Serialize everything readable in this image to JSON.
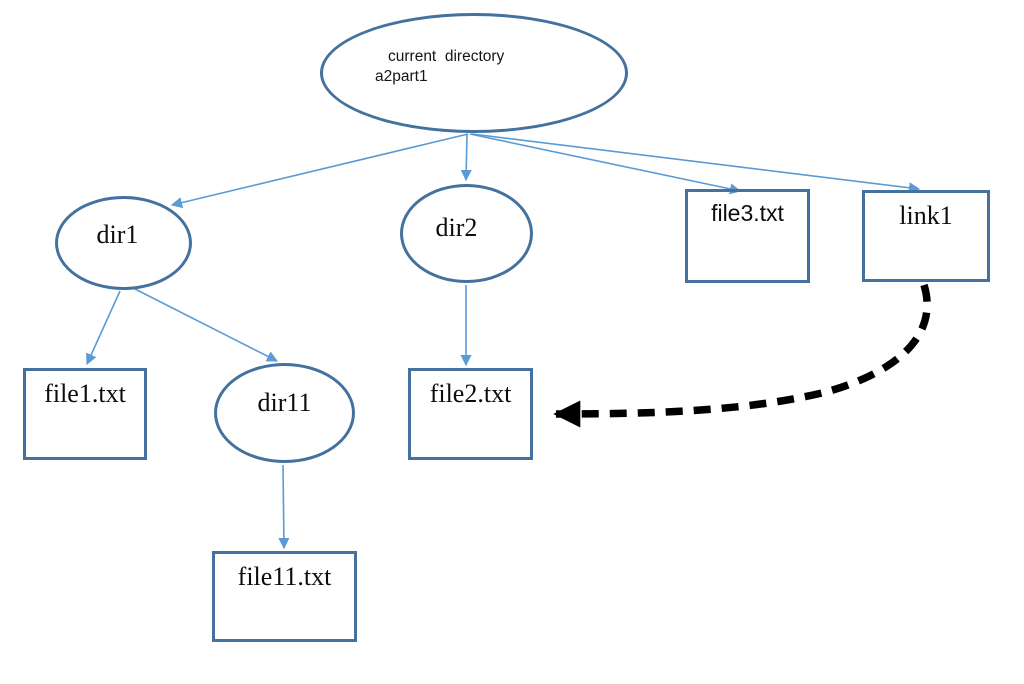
{
  "colors": {
    "shape_stroke": "#44719E",
    "arrow": "#5B9BD5",
    "link_arrow": "#000000",
    "text": "#000000",
    "background": "#FFFFFF"
  },
  "root": {
    "line1": "current  directory",
    "line2": "a2part1",
    "shape": "ellipse"
  },
  "nodes": {
    "dir1": {
      "label": "dir1",
      "shape": "ellipse"
    },
    "dir2": {
      "label": "dir2",
      "shape": "ellipse"
    },
    "dir11": {
      "label": "dir11",
      "shape": "ellipse"
    },
    "file1": {
      "label": "file1.txt",
      "shape": "rectangle"
    },
    "file2": {
      "label": "file2.txt",
      "shape": "rectangle"
    },
    "file3": {
      "label": "file3.txt",
      "shape": "rectangle"
    },
    "file11": {
      "label": "file11.txt",
      "shape": "rectangle"
    },
    "link1": {
      "label": "link1",
      "shape": "rectangle"
    }
  },
  "edges": [
    {
      "from": "a2part1",
      "to": "dir1",
      "style": "thin-blue-arrow"
    },
    {
      "from": "a2part1",
      "to": "dir2",
      "style": "thin-blue-arrow"
    },
    {
      "from": "a2part1",
      "to": "file3.txt",
      "style": "thin-blue-arrow"
    },
    {
      "from": "a2part1",
      "to": "link1",
      "style": "thin-blue-arrow"
    },
    {
      "from": "dir1",
      "to": "file1.txt",
      "style": "thin-blue-arrow"
    },
    {
      "from": "dir1",
      "to": "dir11",
      "style": "thin-blue-arrow"
    },
    {
      "from": "dir2",
      "to": "file2.txt",
      "style": "thin-blue-arrow"
    },
    {
      "from": "dir11",
      "to": "file11.txt",
      "style": "thin-blue-arrow"
    },
    {
      "from": "link1",
      "to": "file2.txt",
      "style": "thick-dashed-black-arrow"
    }
  ]
}
